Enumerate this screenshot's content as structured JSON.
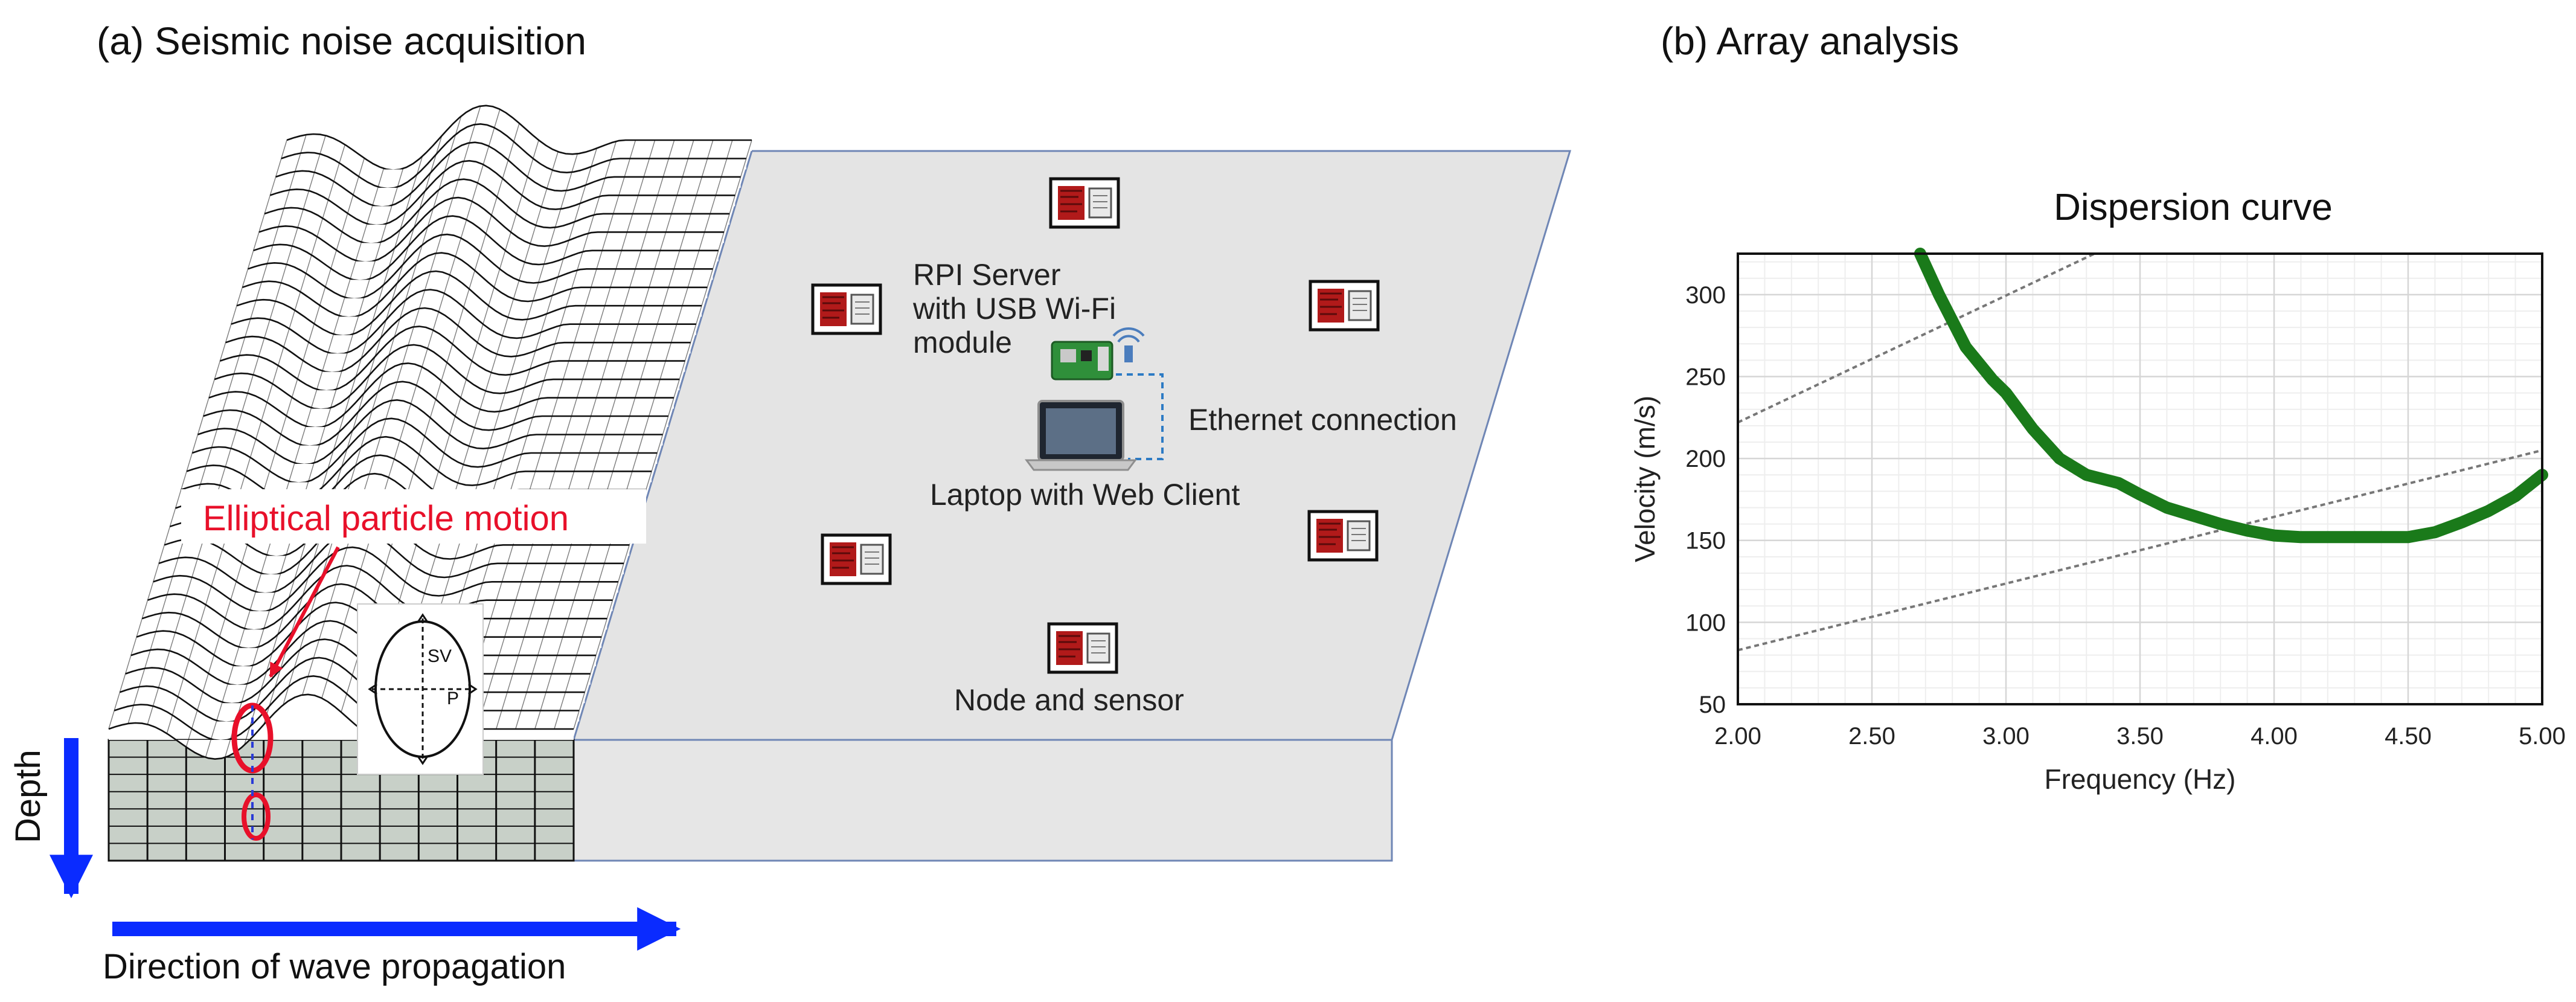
{
  "panel_a": {
    "title": "(a) Seismic noise acquisition",
    "labels": {
      "server": [
        "RPI Server",
        "with USB Wi-Fi",
        "module"
      ],
      "ethernet": "Ethernet connection",
      "laptop": "Laptop with Web Client",
      "node": "Node and sensor",
      "elliptical": "Elliptical particle motion",
      "depth": "Depth",
      "direction": "Direction of wave propagation",
      "sv": "SV",
      "p": "P"
    },
    "colors": {
      "arrow_blue": "#0a2bff",
      "ellipse_red": "#e8102a",
      "platform_gray": "#e4e4e4",
      "mesh_fill": "#c8d0c8",
      "node_red": "#b11a1a",
      "label_red": "#e8102a"
    },
    "icons": [
      "node-sensor-icon",
      "raspberry-pi-icon",
      "wifi-icon",
      "laptop-icon"
    ]
  },
  "panel_b": {
    "title": "(b) Array analysis",
    "chart_data": {
      "type": "line",
      "title": "Dispersion curve",
      "xlabel": "Frequency (Hz)",
      "ylabel": "Velocity (m/s)",
      "xlim": [
        2.0,
        5.0
      ],
      "ylim": [
        50,
        325
      ],
      "x_ticks": [
        "2.00",
        "2.50",
        "3.00",
        "3.50",
        "4.00",
        "4.50",
        "5.00"
      ],
      "y_ticks": [
        "50",
        "100",
        "150",
        "200",
        "250",
        "300"
      ],
      "grid": true,
      "series": [
        {
          "color": "#1a7a1a",
          "x": [
            2.68,
            2.75,
            2.85,
            2.95,
            3.0,
            3.1,
            3.2,
            3.3,
            3.42,
            3.5,
            3.6,
            3.7,
            3.8,
            3.9,
            4.0,
            4.1,
            4.2,
            4.3,
            4.4,
            4.5,
            4.6,
            4.7,
            4.8,
            4.9,
            5.0
          ],
          "y": [
            325,
            300,
            268,
            248,
            240,
            218,
            200,
            190,
            185,
            178,
            170,
            165,
            160,
            156,
            153,
            152,
            152,
            152,
            152,
            152,
            155,
            161,
            168,
            177,
            190
          ]
        }
      ],
      "reference_lines": [
        {
          "color": "#777777",
          "x": [
            2.0,
            3.33
          ],
          "y": [
            222,
            325
          ]
        },
        {
          "color": "#777777",
          "x": [
            2.0,
            5.0
          ],
          "y": [
            83,
            205
          ]
        }
      ]
    }
  }
}
